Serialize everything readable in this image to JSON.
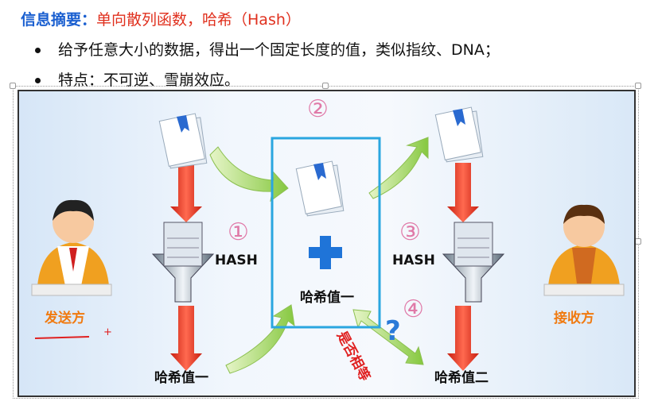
{
  "header": {
    "title_label": "信息摘要：",
    "title_text": "单向散列函数，哈希（Hash）"
  },
  "bullets": [
    "给予任意大小的数据，得出一个固定长度的值，类似指纹、DNA；",
    "特点：不可逆、雪崩效应。"
  ],
  "diagram": {
    "hash_label_1": "HASH",
    "hash_label_2": "HASH",
    "steps": [
      "①",
      "②",
      "③",
      "④"
    ],
    "box_value": "哈希值一",
    "bottom_left_value": "哈希值一",
    "bottom_right_value": "哈希值二",
    "sender": "发送方",
    "receiver": "接收方",
    "compare": "是否相等",
    "question": "?",
    "plus_mark": "+"
  },
  "colors": {
    "accent_blue": "#1a5fd0",
    "accent_red": "#e0301e",
    "step_pink": "#e07aa8",
    "box_border": "#2aa6e0",
    "orange": "#f07a10"
  }
}
